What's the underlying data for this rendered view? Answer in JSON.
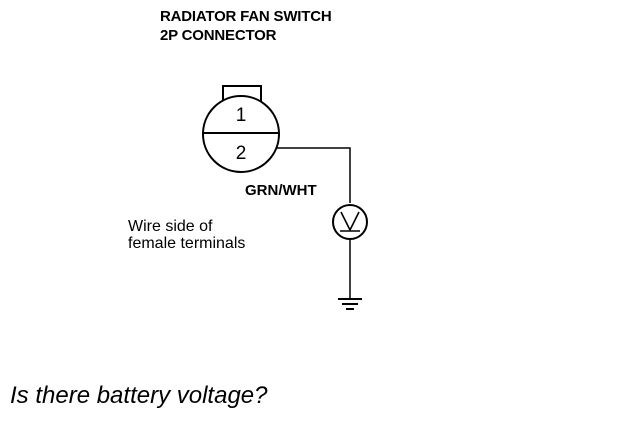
{
  "connector": {
    "title_line1": "RADIATOR FAN SWITCH",
    "title_line2": "2P CONNECTOR",
    "pin_top": "1",
    "pin_bottom": "2",
    "wire_color": "GRN/WHT",
    "note_line1": "Wire side of",
    "note_line2": "female terminals"
  },
  "meter": {
    "symbol": "V"
  },
  "question": "Is there battery voltage?",
  "icons": {
    "connector": "connector-icon",
    "meter": "voltmeter-icon",
    "ground": "ground-icon"
  },
  "colors": {
    "line": "#000000",
    "background": "#ffffff"
  }
}
